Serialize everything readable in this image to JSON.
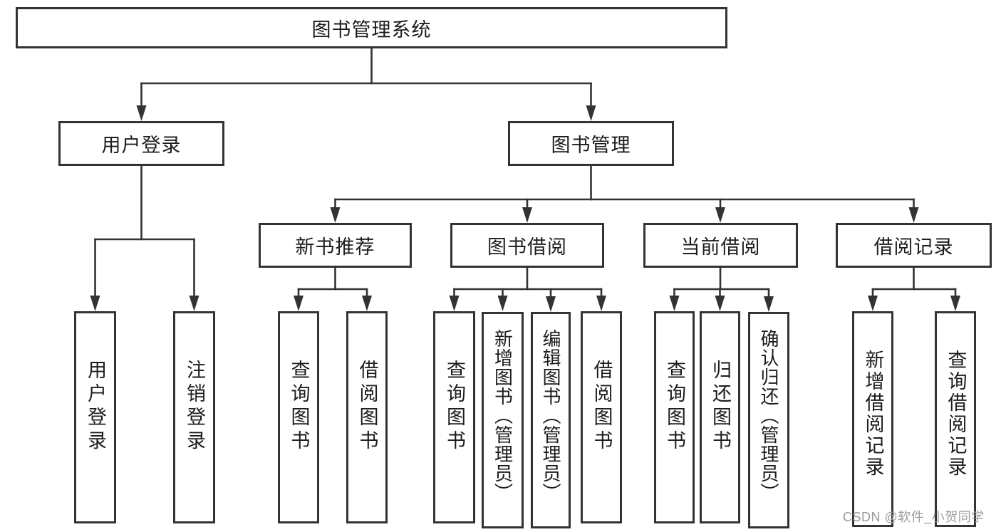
{
  "tree": {
    "label": "图书管理系统",
    "children": [
      {
        "label": "用户登录",
        "children": [
          {
            "label": "用户登录"
          },
          {
            "label": "注销登录"
          }
        ]
      },
      {
        "label": "图书管理",
        "children": [
          {
            "label": "新书推荐",
            "children": [
              {
                "label": "查询图书"
              },
              {
                "label": "借阅图书"
              }
            ]
          },
          {
            "label": "图书借阅",
            "children": [
              {
                "label": "查询图书"
              },
              {
                "label": "新增图书（管理员）"
              },
              {
                "label": "编辑图书（管理员）"
              },
              {
                "label": "借阅图书"
              }
            ]
          },
          {
            "label": "当前借阅",
            "children": [
              {
                "label": "查询图书"
              },
              {
                "label": "归还图书"
              },
              {
                "label": "确认归还（管理员）"
              }
            ]
          },
          {
            "label": "借阅记录",
            "children": [
              {
                "label": "新增借阅记录"
              },
              {
                "label": "查询借阅记录"
              }
            ]
          }
        ]
      }
    ]
  },
  "watermark": {
    "text": "CSDN @软件_小贺同学",
    "color": "#9b9b9b"
  },
  "colors": {
    "background": "#ffffff",
    "line": "#333333",
    "box_border": "#333333",
    "text": "#1c1c1c"
  }
}
